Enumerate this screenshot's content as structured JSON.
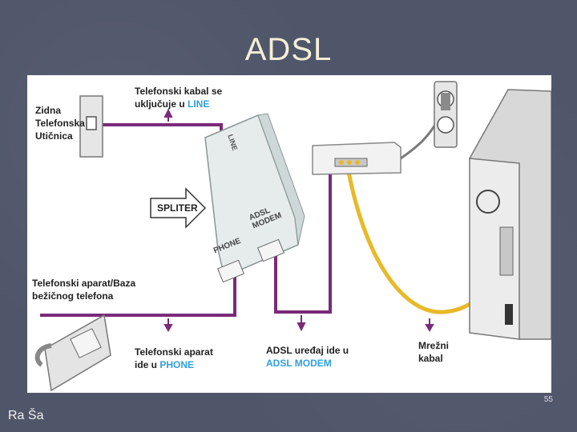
{
  "slide": {
    "title": "ADSL",
    "page_number": "55",
    "author": "Ra Ša"
  },
  "diagram": {
    "wall_socket": [
      "Zidna",
      "Telefonska",
      "Utičnica"
    ],
    "line_note": {
      "line1": "Telefonski kabal se",
      "line2_prefix": "uključuje u ",
      "line2_highlight": "LINE"
    },
    "spliter_label": "SPLITER",
    "device_label_line": "LINE",
    "device_label_phone": "PHONE",
    "device_label_modem_1": "ADSL",
    "device_label_modem_2": "MODEM",
    "phone_base": [
      "Telefonski aparat/Baza",
      "bežičnog telefona"
    ],
    "phone_note": {
      "line1": "Telefonski aparat",
      "line2_prefix": "ide u ",
      "line2_highlight": "PHONE"
    },
    "modem_note": {
      "line1": "ADSL uređaj ide u",
      "line2_highlight": "ADSL MODEM"
    },
    "network_note": [
      "Mrežni",
      "kabal"
    ]
  },
  "colors": {
    "background": "#50566a",
    "title": "#f4efd6",
    "cable_purple": "#7b2a7a",
    "cable_yellow": "#e8b928",
    "highlight_blue": "#2e9fde"
  }
}
